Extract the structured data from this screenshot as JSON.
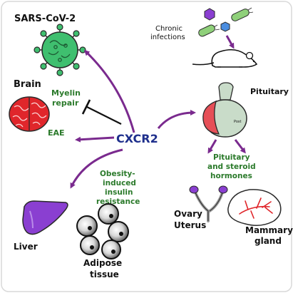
{
  "hub": "CXCR2",
  "labels": {
    "sars": "SARS-CoV-2",
    "brain": "Brain",
    "myelin_1": "Myelin",
    "myelin_2": "repair",
    "eae": "EAE",
    "chronic_1": "Chronic",
    "chronic_2": "infections",
    "pituitary": "Pituitary",
    "post": "Post",
    "hormones_1": "Pituitary",
    "hormones_2": "and steroid",
    "hormones_3": "hormones",
    "obesity_1": "Obesity-",
    "obesity_2": "induced",
    "obesity_3": "insulin",
    "obesity_4": "resistance",
    "ovary_1": "Ovary",
    "ovary_2": "Uterus",
    "mammary_1": "Mammary",
    "mammary_2": "gland",
    "liver": "Liver",
    "adipose_1": "Adipose",
    "adipose_2": "tissue"
  },
  "colors": {
    "arrow": "#7a2a8e",
    "green_text": "#2b7a2b",
    "hub_text": "#1e2f8c",
    "virus": "#3fbf6f",
    "brain": "#e0262b",
    "liver": "#8a3fd1",
    "pituitary_anterior": "#e64f57",
    "pituitary_body": "#c9dcc9"
  },
  "icons": [
    "virus-icon",
    "bacteria-icon",
    "mouse-icon",
    "brain-icon",
    "pituitary-icon",
    "ovary-uterus-icon",
    "mammary-gland-icon",
    "liver-icon",
    "adipose-icon"
  ]
}
